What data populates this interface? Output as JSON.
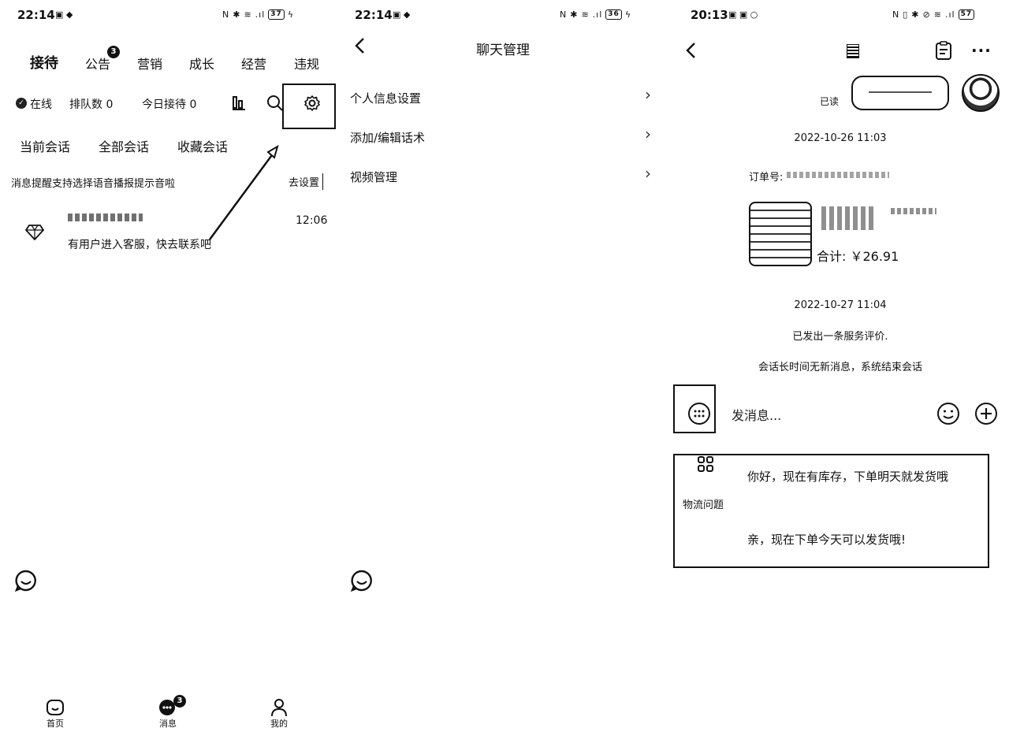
{
  "panel1": {
    "status": {
      "time": "22:14",
      "battery": "37"
    },
    "tabs": [
      {
        "label": "接待"
      },
      {
        "label": "公告",
        "badge": "3"
      },
      {
        "label": "营销"
      },
      {
        "label": "成长"
      },
      {
        "label": "经营"
      },
      {
        "label": "违规"
      }
    ],
    "stats": {
      "online": "在线",
      "queue": "排队数 0",
      "today": "今日接待 0"
    },
    "session_tabs": [
      "当前会话",
      "全部会话",
      "收藏会话"
    ],
    "notice": {
      "text": "消息提醒支持选择语音播报提示音啦",
      "action": "去设置"
    },
    "conversation": {
      "time": "12:06",
      "message": "有用户进入客服，快去联系吧"
    },
    "bottom_nav": [
      {
        "label": "首页",
        "icon": "home-icon"
      },
      {
        "label": "消息",
        "icon": "message-icon",
        "badge": "3"
      },
      {
        "label": "我的",
        "icon": "user-icon"
      }
    ]
  },
  "panel2": {
    "status": {
      "time": "22:14",
      "battery": "36"
    },
    "title": "聊天管理",
    "items": [
      {
        "label": "个人信息设置"
      },
      {
        "label": "添加/编辑话术"
      },
      {
        "label": "视频管理"
      }
    ]
  },
  "panel3": {
    "status": {
      "time": "20:13",
      "battery": "57"
    },
    "read_label": "已读",
    "date1": "2022-10-26 11:03",
    "order_label": "订单号:",
    "total": "合计: ￥26.91",
    "date2": "2022-10-27 11:04",
    "sys_msg1": "已发出一条服务评价.",
    "sys_msg2": "会话长时间无新消息，系统结束会话",
    "input_placeholder": "发消息...",
    "quick_label": "物流问题",
    "quick_replies": [
      "你好，现在有库存，下单明天就发货哦",
      "亲，现在下单今天可以发货哦!"
    ]
  }
}
